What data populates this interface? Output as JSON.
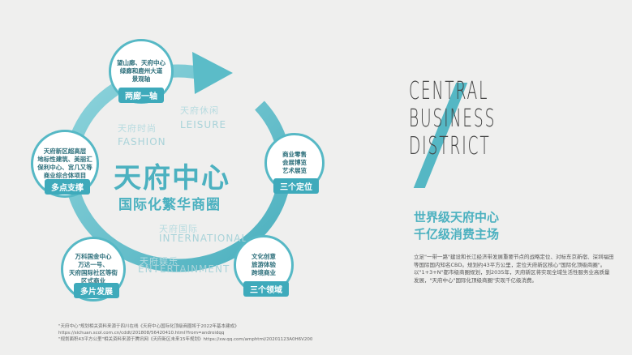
{
  "center": {
    "title": "天府中心",
    "subtitle": "国际化繁华商圈",
    "ghosts": [
      {
        "cn": "天府休闲",
        "en": "LEISURE"
      },
      {
        "cn": "天府时尚",
        "en": "FASHION"
      },
      {
        "cn": "天府国际",
        "en": "INTERNATIONAL"
      },
      {
        "cn": "天府娱乐",
        "en": "ENTERTAINMENT"
      }
    ]
  },
  "nodes": {
    "top": {
      "text": "望山廊、天府中心\n绿廊和鹿州大道\n景观轴",
      "label": "两廊一轴"
    },
    "right": {
      "text": "商业零售\n会展博览\n艺术展览",
      "label": "三个定位"
    },
    "left": {
      "text": "天府新区超高层\n地标性建筑、美丽汇\n保利中心、宫几又等\n商业综合体项目",
      "label": "多点支撑"
    },
    "bottom_left": {
      "text": "万科国金中心\n万达一号、\n天府国际社区等街\n区式商业",
      "label": "多片发展"
    },
    "bottom_right": {
      "text": "文化创意\n旅游体验\n跨境商业",
      "label": "三个领域"
    }
  },
  "cbd": {
    "lines": [
      "CENTRAL",
      "BUSINESS",
      "DISTRICT"
    ],
    "headline1": "世界级天府中心",
    "headline2": "千亿级消费主场",
    "paragraph": "立足\"一带一路\"建设和长江经济带发展重要节点的战略定位、对标东京新宿、深圳福田等国际国内知名CBD。规划约43平方公里，定位天府新区核心\"国际化顶级商圈\"。以\"1+3+N\"都市级商圈规划，到2035年，天府新区将实现全域生活性服务业高质量发展，\"天府中心\"国际化顶级商圈\"实现千亿级消费。"
  },
  "footnotes": [
    "\"天府中心\"规划相关资料来源于四川在线《天府中心国际化顶级商圈将于2022年基本建成》",
    "https://sichuan.scol.com.cn/cddt/201808/56420410.html?from=androidqq",
    "\"规划面积43平方公里\"相关资料来源于腾讯网《天府新区未来15年规划》https://xw.qq.com/amphtml/20201123A0H6V200"
  ],
  "colors": {
    "accent": "#4cb1c0",
    "ring": "#5bbcc8",
    "label_bg": "#3eaabb",
    "background": "#efefee"
  }
}
